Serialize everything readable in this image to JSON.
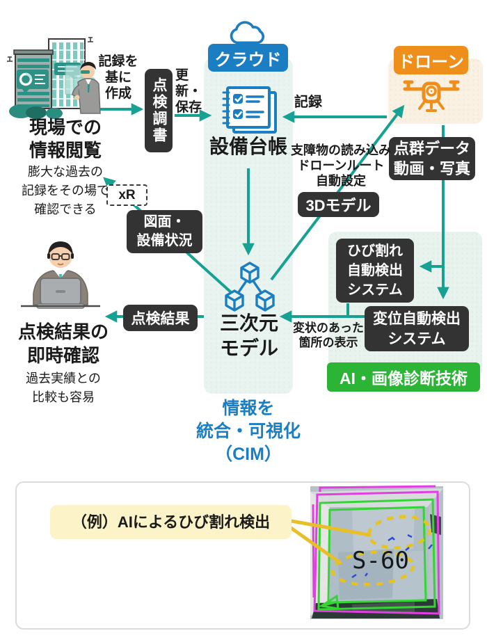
{
  "colors": {
    "teal_arrow": "#16a193",
    "blue": "#1b7ec2",
    "orange": "#ee8e1b",
    "green_box": "#2cb437",
    "black_box": "#333333",
    "panel_blue": "#e9f4f1",
    "panel_cream": "#faf1e3",
    "panel_green": "#e9f3ee",
    "yellow_label_bg": "#fcf3c8",
    "callout_yellow": "#e8bf28",
    "photo_magenta": "#e23ee2",
    "photo_green": "#35d435"
  },
  "cloud": {
    "label": "クラウド"
  },
  "drone": {
    "label": "ドローン"
  },
  "site_view": {
    "title": "現場での\n情報閲覧",
    "desc": "膨大な過去の\n記録をその場で\n確認できる"
  },
  "result_view": {
    "title": "点検結果の\n即時確認",
    "desc": "過去実績との\n比較も容易"
  },
  "ledger": {
    "title": "設備台帳"
  },
  "model_center": {
    "title": "三次元\nモデル",
    "caption": "情報を\n統合・可視化\n（CIM）"
  },
  "labels": {
    "record_based": "記録を\n基に\n作成",
    "update_save": "更新・\n保存",
    "record": "記録",
    "obstacle": "支障物の読み込み\nドローンルート\n自動設定",
    "anomaly": "変状のあった\n箇所の表示"
  },
  "boxes": {
    "inspection_report": "点検調書",
    "drawing_status": "図面・\n設備状況",
    "inspection_result": "点検結果",
    "model3d": "3Dモデル",
    "pointcloud": "点群データ\n動画・写真",
    "crack_system": "ひび割れ\n自動検出\nシステム",
    "displacement_system": "変位自動検出\nシステム",
    "xr": "xR"
  },
  "ai": {
    "label": "AI・画像診断技術"
  },
  "example": {
    "label": "（例）AIによるひび割れ検出",
    "photo_label": "S-60"
  }
}
